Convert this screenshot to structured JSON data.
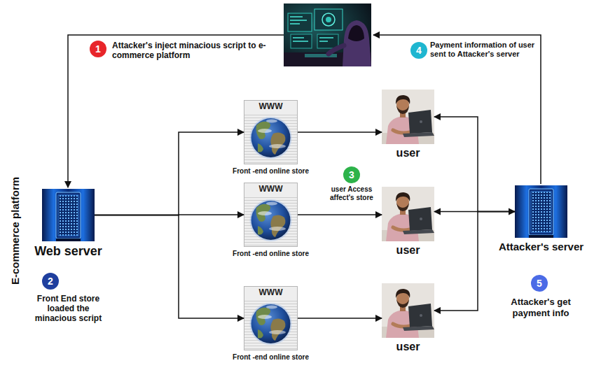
{
  "diagram": {
    "nodes": [
      {
        "text": [
          "Web server"
        ]
      },
      {
        "text": [
          "WWW",
          "Front -end online store"
        ]
      },
      {
        "text": [
          "WWW",
          "Front -end online store"
        ]
      },
      {
        "text": [
          "WWW",
          "Front -end online store"
        ]
      },
      {
        "text": [
          "user"
        ]
      },
      {
        "text": [
          "user"
        ]
      },
      {
        "text": [
          "user"
        ]
      },
      {
        "text": [
          "Attacker's server"
        ]
      }
    ],
    "edges": [
      {
        "from": 0,
        "to": 1,
        "arrow": "to"
      },
      {
        "from": 0,
        "to": 2,
        "arrow": "to"
      },
      {
        "from": 0,
        "to": 3,
        "arrow": "to"
      },
      {
        "from": 1,
        "to": 4,
        "arrow": "to"
      },
      {
        "from": 2,
        "to": 5,
        "arrow": "to"
      },
      {
        "from": 3,
        "to": 6,
        "arrow": "to"
      },
      {
        "from": 7,
        "to": 4,
        "arrow": "to"
      },
      {
        "from": 7,
        "to": 5,
        "arrow": "both"
      },
      {
        "from": 7,
        "to": 6,
        "arrow": "to"
      }
    ],
    "labels": [
      "1",
      "Attacker's inject minacious script to e-commerce platform",
      "2",
      "Front End store loaded the minacious script",
      "3",
      "user Access affect's store",
      "4",
      "Payment information of user sent to Attacker's server",
      "5",
      "Attacker's get payment info",
      "E-commerce platform"
    ]
  }
}
